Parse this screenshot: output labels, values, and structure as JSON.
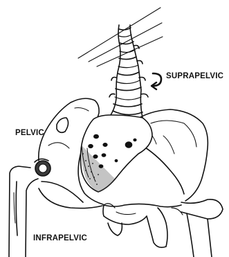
{
  "labels": {
    "suprapelvic": "SUPRAPELVIC",
    "pelvic": "PELVIC",
    "infrapelvic": "INFRAPELVIC"
  },
  "colors": {
    "ink": "#111111",
    "paper": "#ffffff"
  },
  "icons": {
    "rotation_arrow": "curved-rotation-arrow-icon"
  }
}
